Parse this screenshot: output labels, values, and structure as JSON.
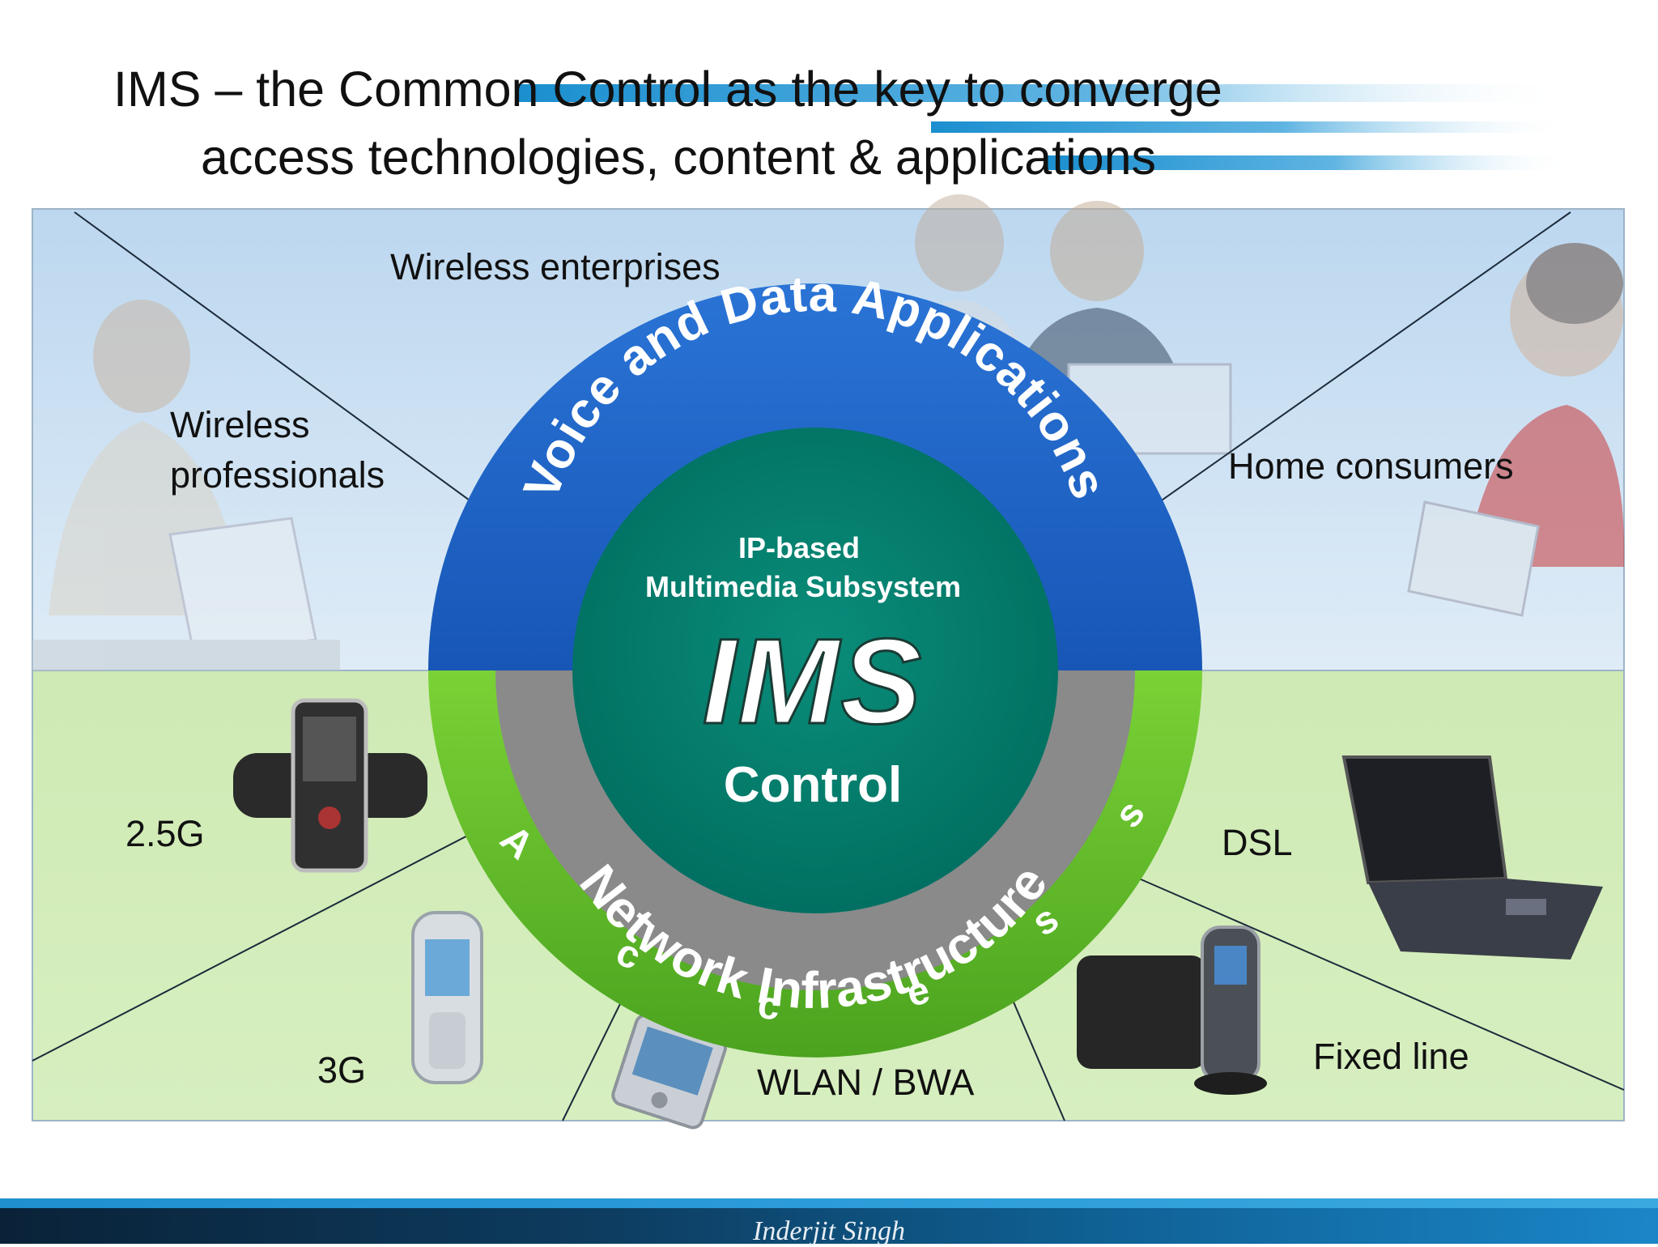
{
  "title": {
    "line1": "IMS – the Common Control as the key to converge",
    "line2": "access technologies, content & applications"
  },
  "users": {
    "wireless_enterprises": "Wireless enterprises",
    "wireless_professionals_1": "Wireless",
    "wireless_professionals_2": "professionals",
    "home_consumers": "Home consumers"
  },
  "access_types": {
    "g25": "2.5G",
    "g3": "3G",
    "wlan": "WLAN  / BWA",
    "dsl": "DSL",
    "fixed": "Fixed line"
  },
  "rings": {
    "applications": "Voice and Data Applications",
    "network": "Network Infrastructure",
    "access": "Access"
  },
  "core": {
    "line1": "IP-based",
    "line2": "Multimedia Subsystem",
    "logo": "IMS",
    "control": "Control"
  },
  "footer": {
    "author": "Inderjit Singh"
  },
  "colors": {
    "upper_bg": "#cfe2f3",
    "lower_bg": "#cdeab0",
    "apps_ring": "#1f63c4",
    "access_ring": "#5cb82a",
    "network_ring": "#8c8c8c",
    "core": "#00806f"
  },
  "icons": [
    "man-with-laptop-photo-icon",
    "business-people-photo-icon",
    "family-with-laptop-photo-icon",
    "slider-phone-icon",
    "3g-phone-icon",
    "pda-icon",
    "cordless-phone-icon",
    "laptop-icon"
  ]
}
